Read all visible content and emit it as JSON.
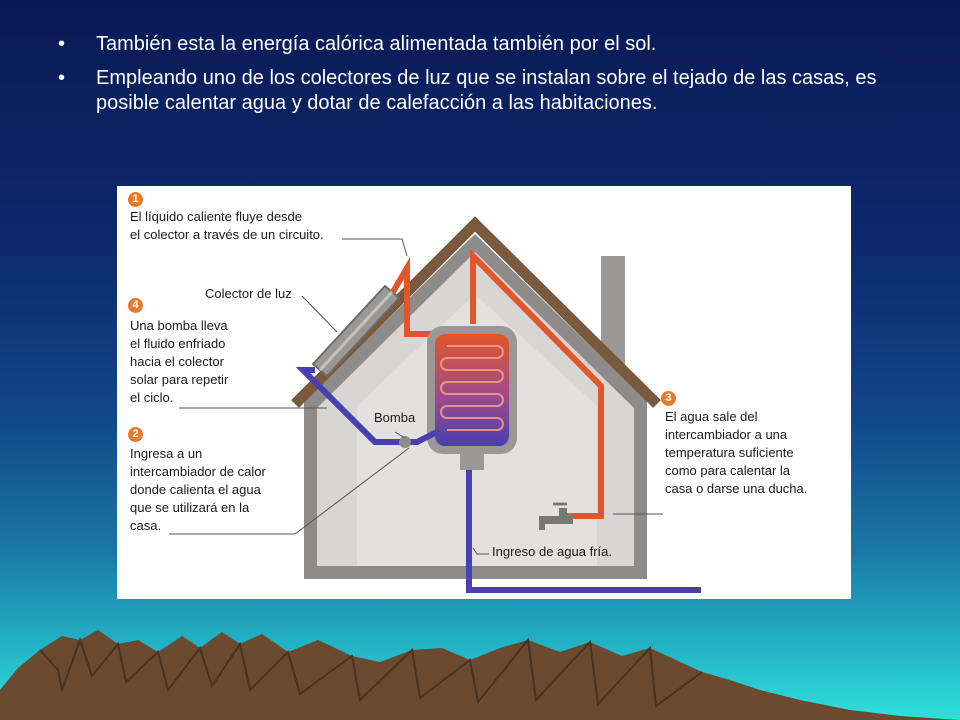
{
  "bullets": [
    "También esta la energía calórica alimentada también por el sol.",
    "Empleando uno de los colectores de luz que se instalan sobre el tejado de las casas, es posible calentar agua y dotar de calefacción a las habitaciones."
  ],
  "bullet_symbol": "•",
  "diagram": {
    "steps": [
      {
        "number": "1",
        "text": "El líquido caliente fluye desde\nel colector a través de un circuito."
      },
      {
        "number": "4",
        "text": "Una bomba lleva\nel fluido enfriado\nhacia el colector\nsolar para repetir\nel ciclo."
      },
      {
        "number": "2",
        "text": "Ingresa a un\nintercambiador de calor\ndonde calienta el agua\nque se utilizará en la\ncasa."
      },
      {
        "number": "3",
        "text": "El agua sale del\nintercambiador a una\ntemperatura suficiente\ncomo para calentar la\ncasa o darse una ducha."
      }
    ],
    "labels": {
      "collector": "Colector de luz",
      "pump": "Bomba",
      "cold_water": "Ingreso de agua fría."
    },
    "colors": {
      "hot_pipe": "#e2562a",
      "cold_pipe": "#4a3fb0",
      "roof": "#7a5a3c",
      "wall": "#8e8c8a",
      "step_badge": "#e87a2e"
    }
  }
}
